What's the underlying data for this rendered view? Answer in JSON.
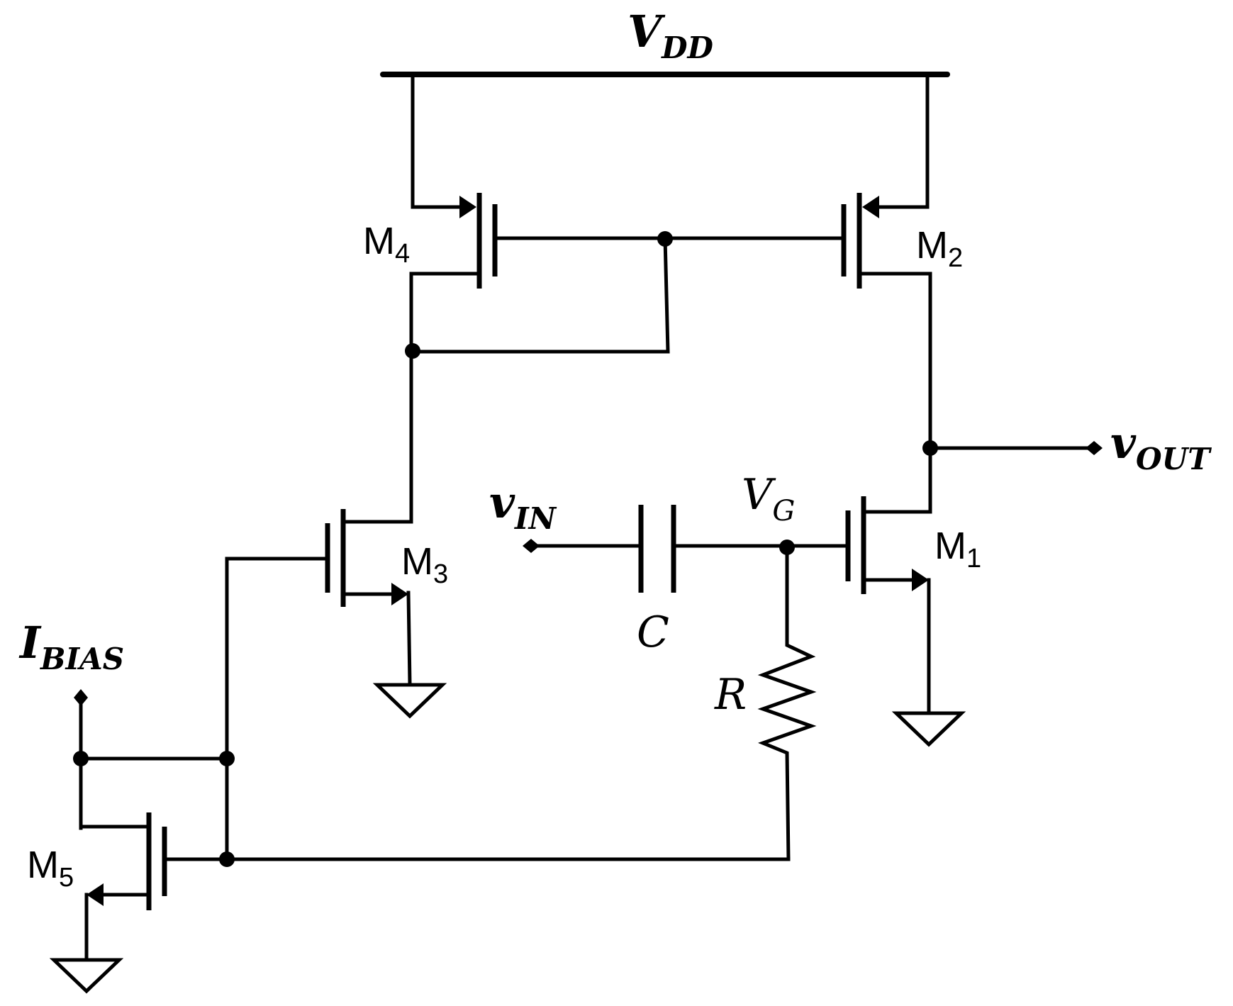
{
  "labels": {
    "vdd": {
      "main": "V",
      "sub": "DD"
    },
    "vout": {
      "main": "v",
      "sub": "OUT"
    },
    "vin": {
      "main": "v",
      "sub": "IN"
    },
    "vg": {
      "main": "V",
      "sub": "G"
    },
    "ibias": {
      "main": "I",
      "sub": "BIAS"
    },
    "capacitor": "C",
    "resistor": "R",
    "m1": {
      "main": "M",
      "sub": "1"
    },
    "m2": {
      "main": "M",
      "sub": "2"
    },
    "m3": {
      "main": "M",
      "sub": "3"
    },
    "m4": {
      "main": "M",
      "sub": "4"
    },
    "m5": {
      "main": "M",
      "sub": "5"
    }
  }
}
